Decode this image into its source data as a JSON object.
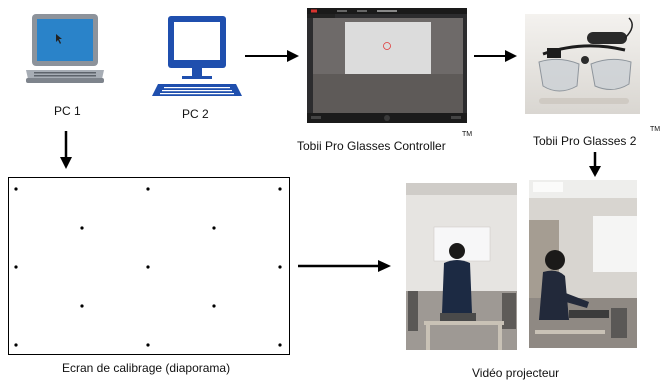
{
  "pc1": {
    "label": "PC 1",
    "icon": "laptop-icon"
  },
  "pc2": {
    "label": "PC 2",
    "icon": "desktop-computer-icon"
  },
  "controller": {
    "label": "Tobii Pro Glasses Controller",
    "tm": "TM",
    "image": "controller-software-screenshot"
  },
  "glasses": {
    "label": "Tobii Pro Glasses 2",
    "tm": "TM",
    "image": "eye-tracking-glasses-photo"
  },
  "calibration": {
    "label": "Ecran de calibrage (diaporama)"
  },
  "projector": {
    "label": "Vidéo projecteur",
    "images": [
      "participant-back-view-photo",
      "participant-side-view-photo"
    ]
  },
  "colors": {
    "computer_blue": "#1f4fae",
    "laptop_screen": "#2a83c9",
    "laptop_body": "#9aa0a8",
    "arrow": "#000000"
  }
}
